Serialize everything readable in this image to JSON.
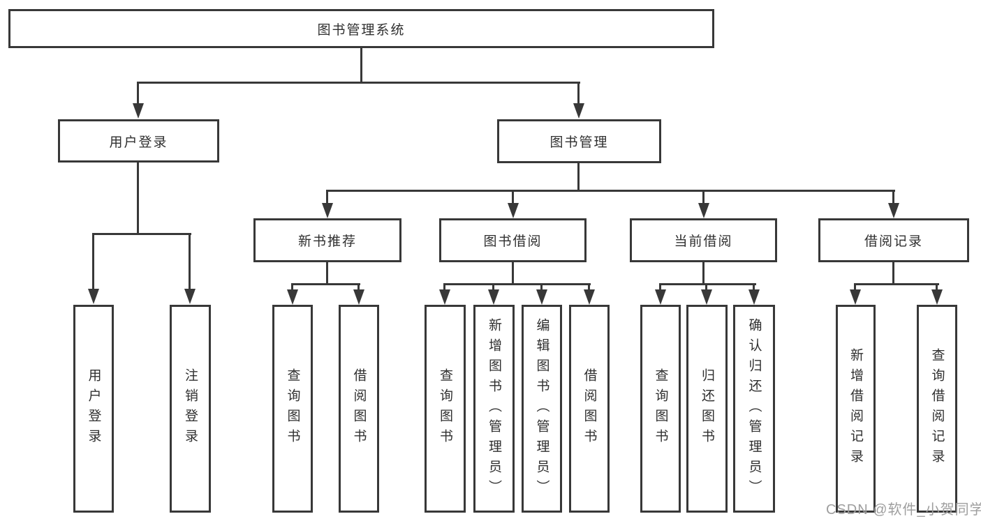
{
  "diagram_type": "hierarchy-chart",
  "tree": {
    "label": "图书管理系统",
    "children": [
      {
        "label": "用户登录",
        "children": [
          {
            "label": "用户登录"
          },
          {
            "label": "注销登录"
          }
        ]
      },
      {
        "label": "图书管理",
        "children": [
          {
            "label": "新书推荐",
            "children": [
              {
                "label": "查询图书"
              },
              {
                "label": "借阅图书"
              }
            ]
          },
          {
            "label": "图书借阅",
            "children": [
              {
                "label": "查询图书"
              },
              {
                "label": "新增图书（管理员）"
              },
              {
                "label": "编辑图书（管理员）"
              },
              {
                "label": "借阅图书"
              }
            ]
          },
          {
            "label": "当前借阅",
            "children": [
              {
                "label": "查询图书"
              },
              {
                "label": "归还图书"
              },
              {
                "label": "确认归还（管理员）"
              }
            ]
          },
          {
            "label": "借阅记录",
            "children": [
              {
                "label": "新增借阅记录"
              },
              {
                "label": "查询借阅记录"
              }
            ]
          }
        ]
      }
    ]
  },
  "watermark": {
    "text": "CSDN @软件_小贺同学"
  },
  "colors": {
    "line": "#383838",
    "text": "#2f2f2f",
    "box_bg": "#ffffff",
    "background": "#ffffff",
    "watermark": "#9e9e9e"
  }
}
